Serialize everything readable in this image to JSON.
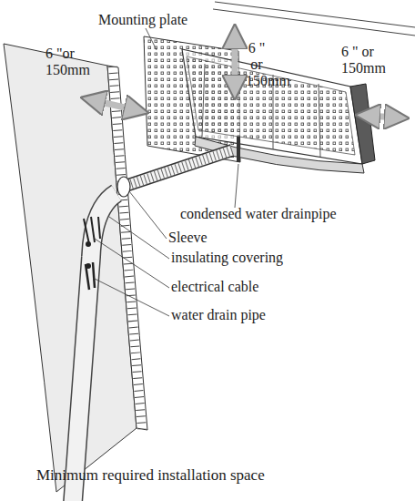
{
  "diagram": {
    "caption": "Minimum required installation space",
    "labels": [
      "Mounting plate",
      "6 \"or 150mm",
      "6 \" or 150mm",
      "6 \" or 150mm",
      "condensed water drainpipe",
      "Sleeve",
      "insulating covering",
      "electrical cable",
      "water drain pipe"
    ]
  }
}
